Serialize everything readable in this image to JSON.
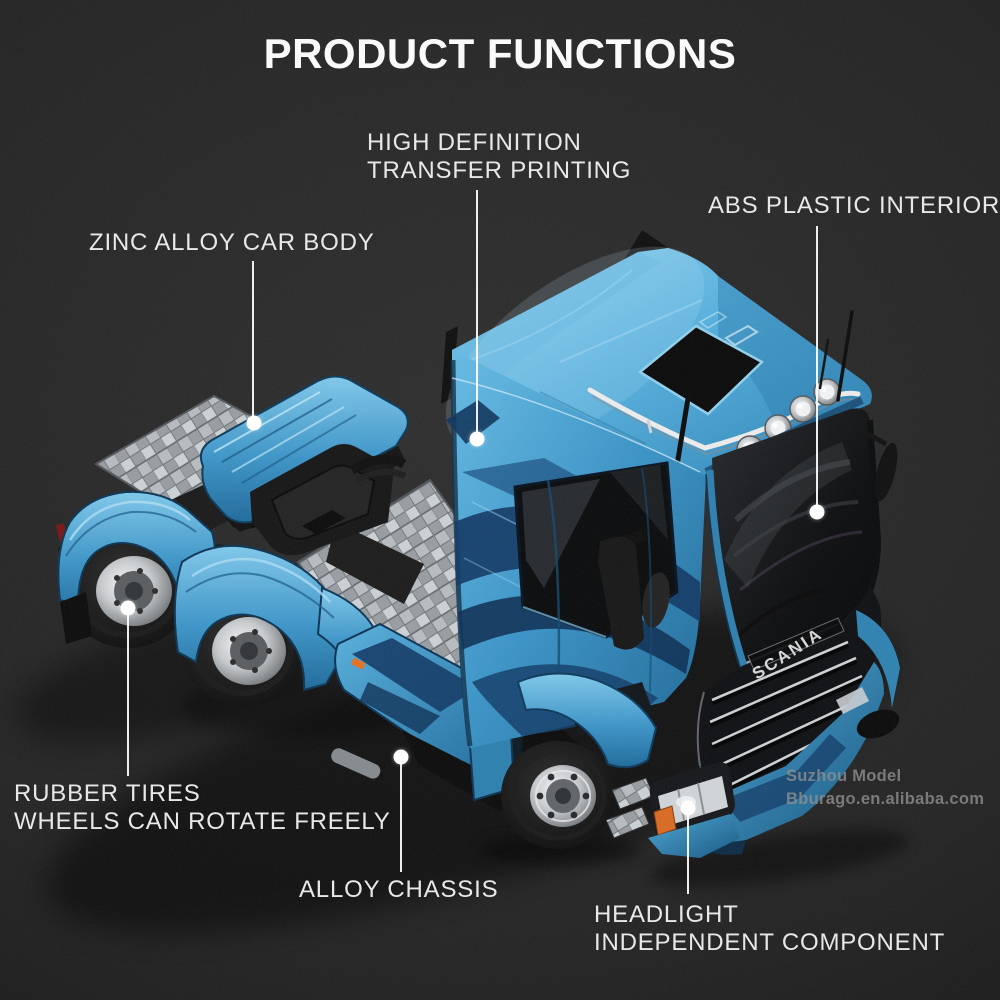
{
  "page": {
    "title": "PRODUCT FUNCTIONS"
  },
  "callouts": {
    "high_definition": {
      "line1": "HIGH DEFINITION",
      "line2": "TRANSFER PRINTING"
    },
    "abs_plastic_interior": {
      "line1": "ABS PLASTIC INTERIOR"
    },
    "zinc_alloy_car_body": {
      "line1": "ZINC ALLOY CAR BODY"
    },
    "rubber_tires": {
      "line1": "RUBBER TIRES",
      "line2": "WHEELS CAN ROTATE FREELY"
    },
    "alloy_chassis": {
      "line1": "ALLOY CHASSIS"
    },
    "headlight": {
      "line1": "HEADLIGHT",
      "line2": "INDEPENDENT COMPONENT"
    }
  },
  "product": {
    "grille_text": "SCANIA",
    "alt": "Blue metallic Scania 6x2 tractor-unit diecast model, high-angle three-quarter view, front facing lower right"
  },
  "watermark": {
    "line1": "Suzhou Model",
    "line2": "Bburago.en.alibaba.com"
  },
  "colors": {
    "background": "#2e2e2e",
    "title_text": "#fafafa",
    "label_text": "#e8e8e8",
    "callout_line": "#ffffff",
    "watermark_gray": "#8f8f8f",
    "truck_body_blue": "#3f9cce",
    "truck_stripe_navy": "#123b66",
    "chrome_silver": "#c9ced2",
    "tire_black": "#111111",
    "indicator_orange": "#d96a22"
  }
}
